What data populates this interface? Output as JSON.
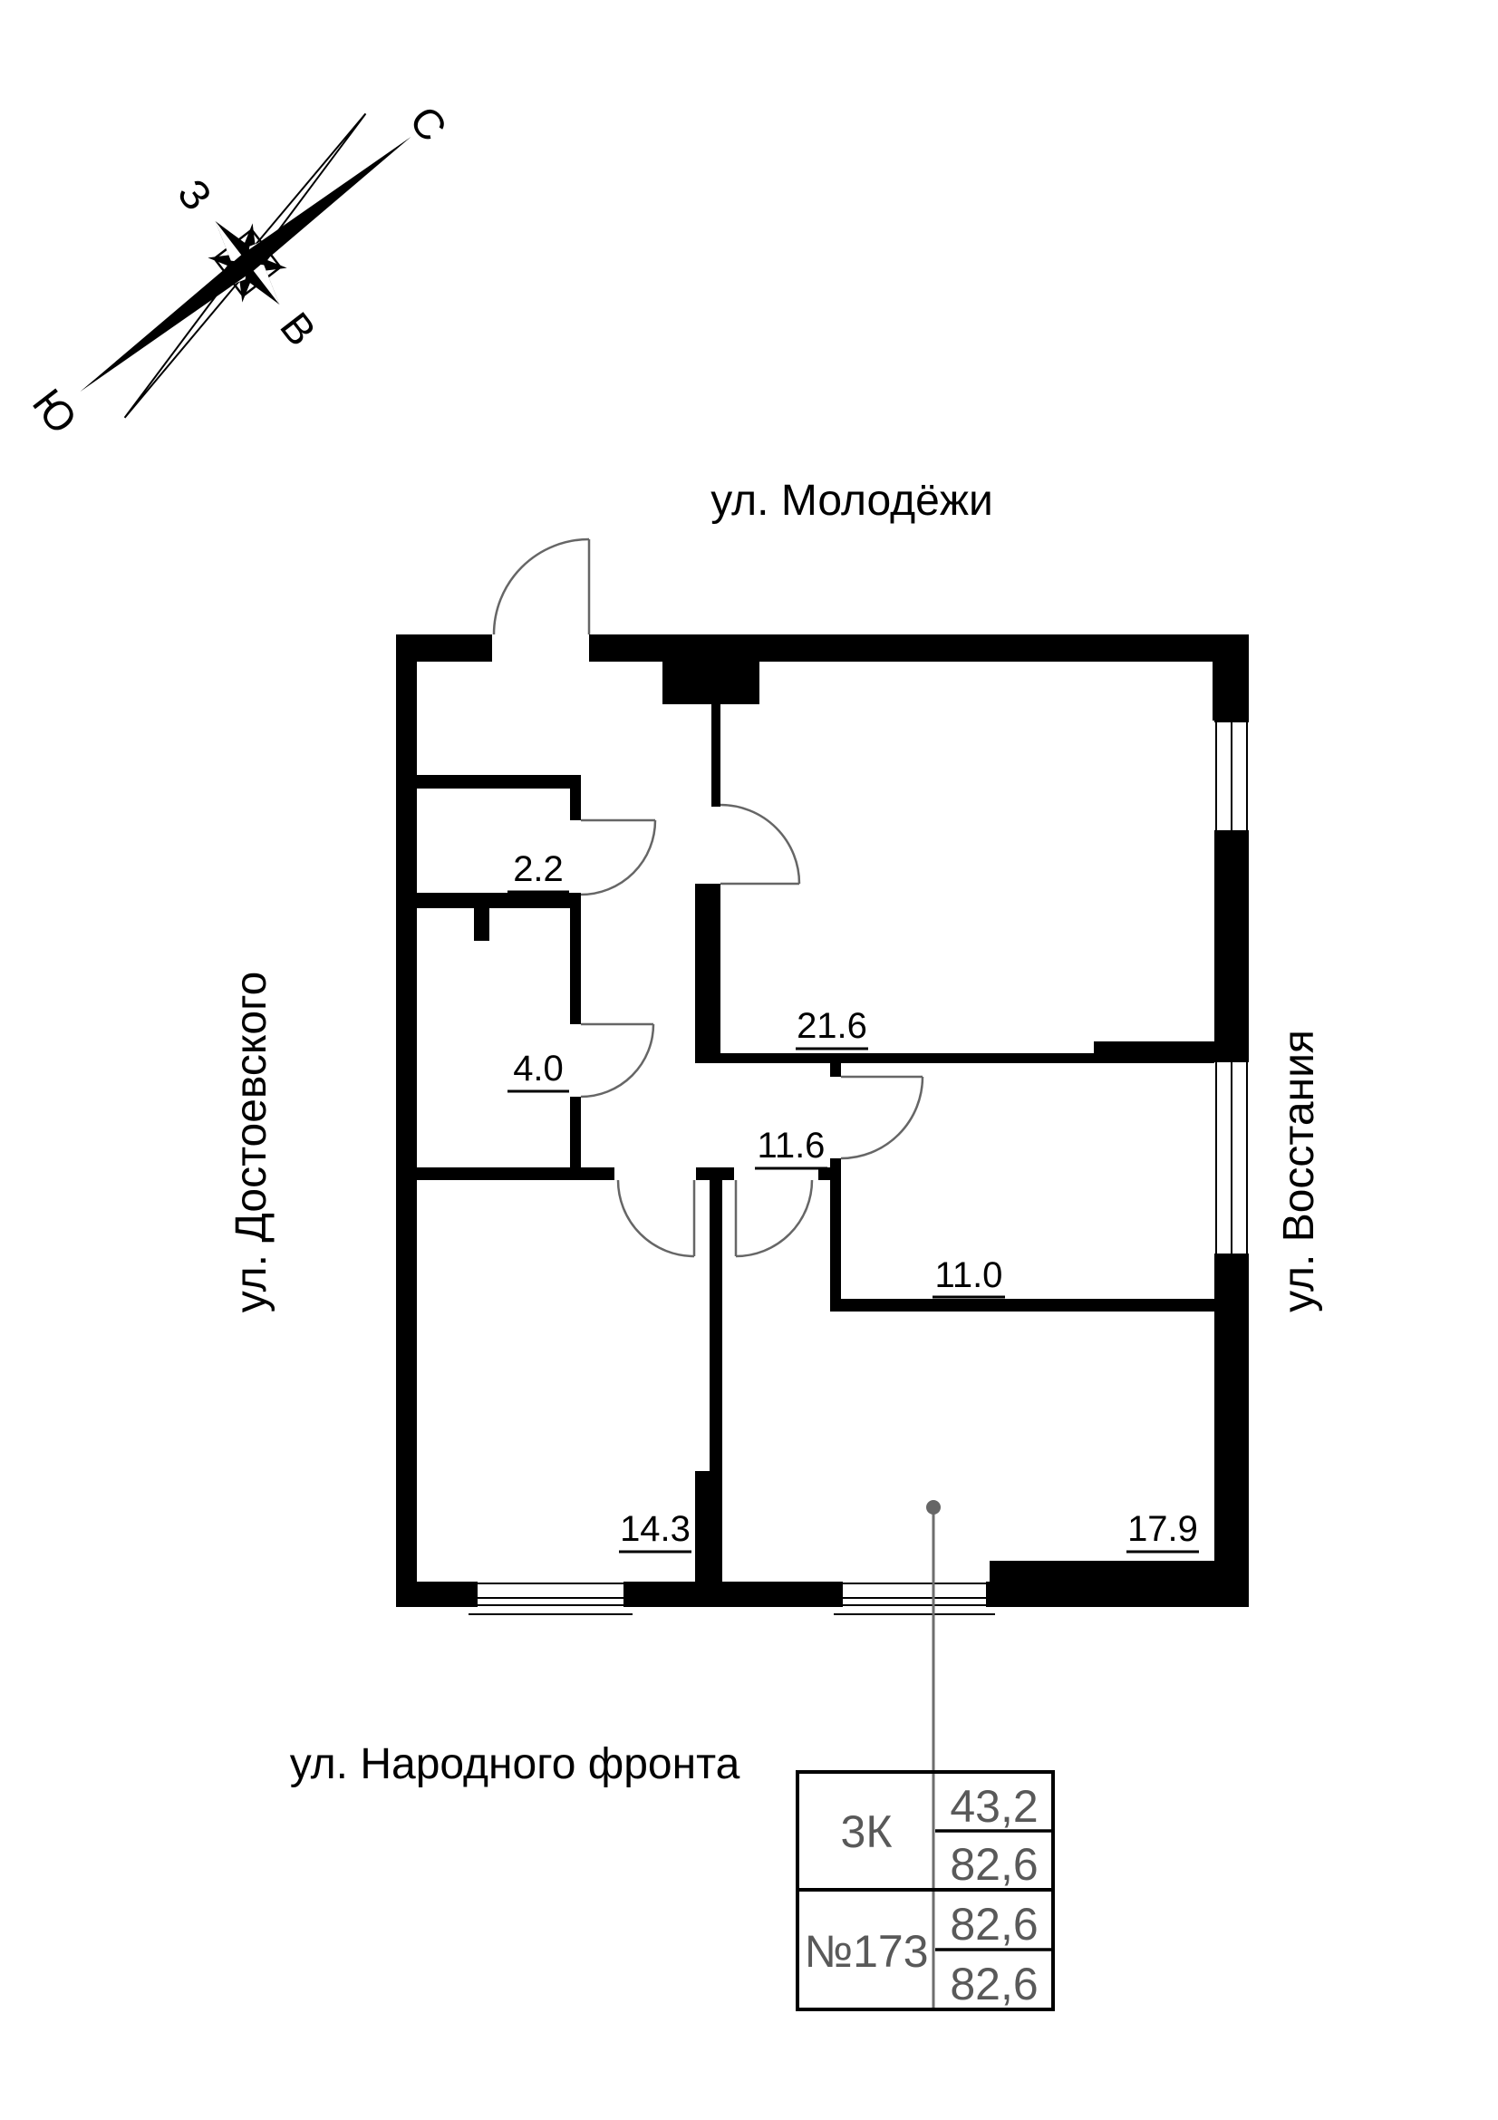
{
  "compass": {
    "north": "С",
    "south": "Ю",
    "west": "З",
    "east": "В",
    "icon": "compass-rose-icon"
  },
  "streets": {
    "top": "ул. Молодёжи",
    "left": "ул. Достоевского",
    "right": "ул. Восстания",
    "bottom": "ул. Народного фронта"
  },
  "rooms": {
    "r22": "2.2",
    "r40": "4.0",
    "r216": "21.6",
    "r116": "11.6",
    "r110": "11.0",
    "r143": "14.3",
    "r179": "17.9"
  },
  "info_table": {
    "apartment_type": "3К",
    "row1_value1": "43,2",
    "row1_value2": "82,6",
    "apartment_number": "№173",
    "row2_value1": "82,6",
    "row2_value2": "82,6"
  },
  "colors": {
    "wall": "#000000",
    "door_symbol": "#666666",
    "window_line": "#000000",
    "leader_line": "#6e6e6e",
    "table_text": "#595959"
  }
}
